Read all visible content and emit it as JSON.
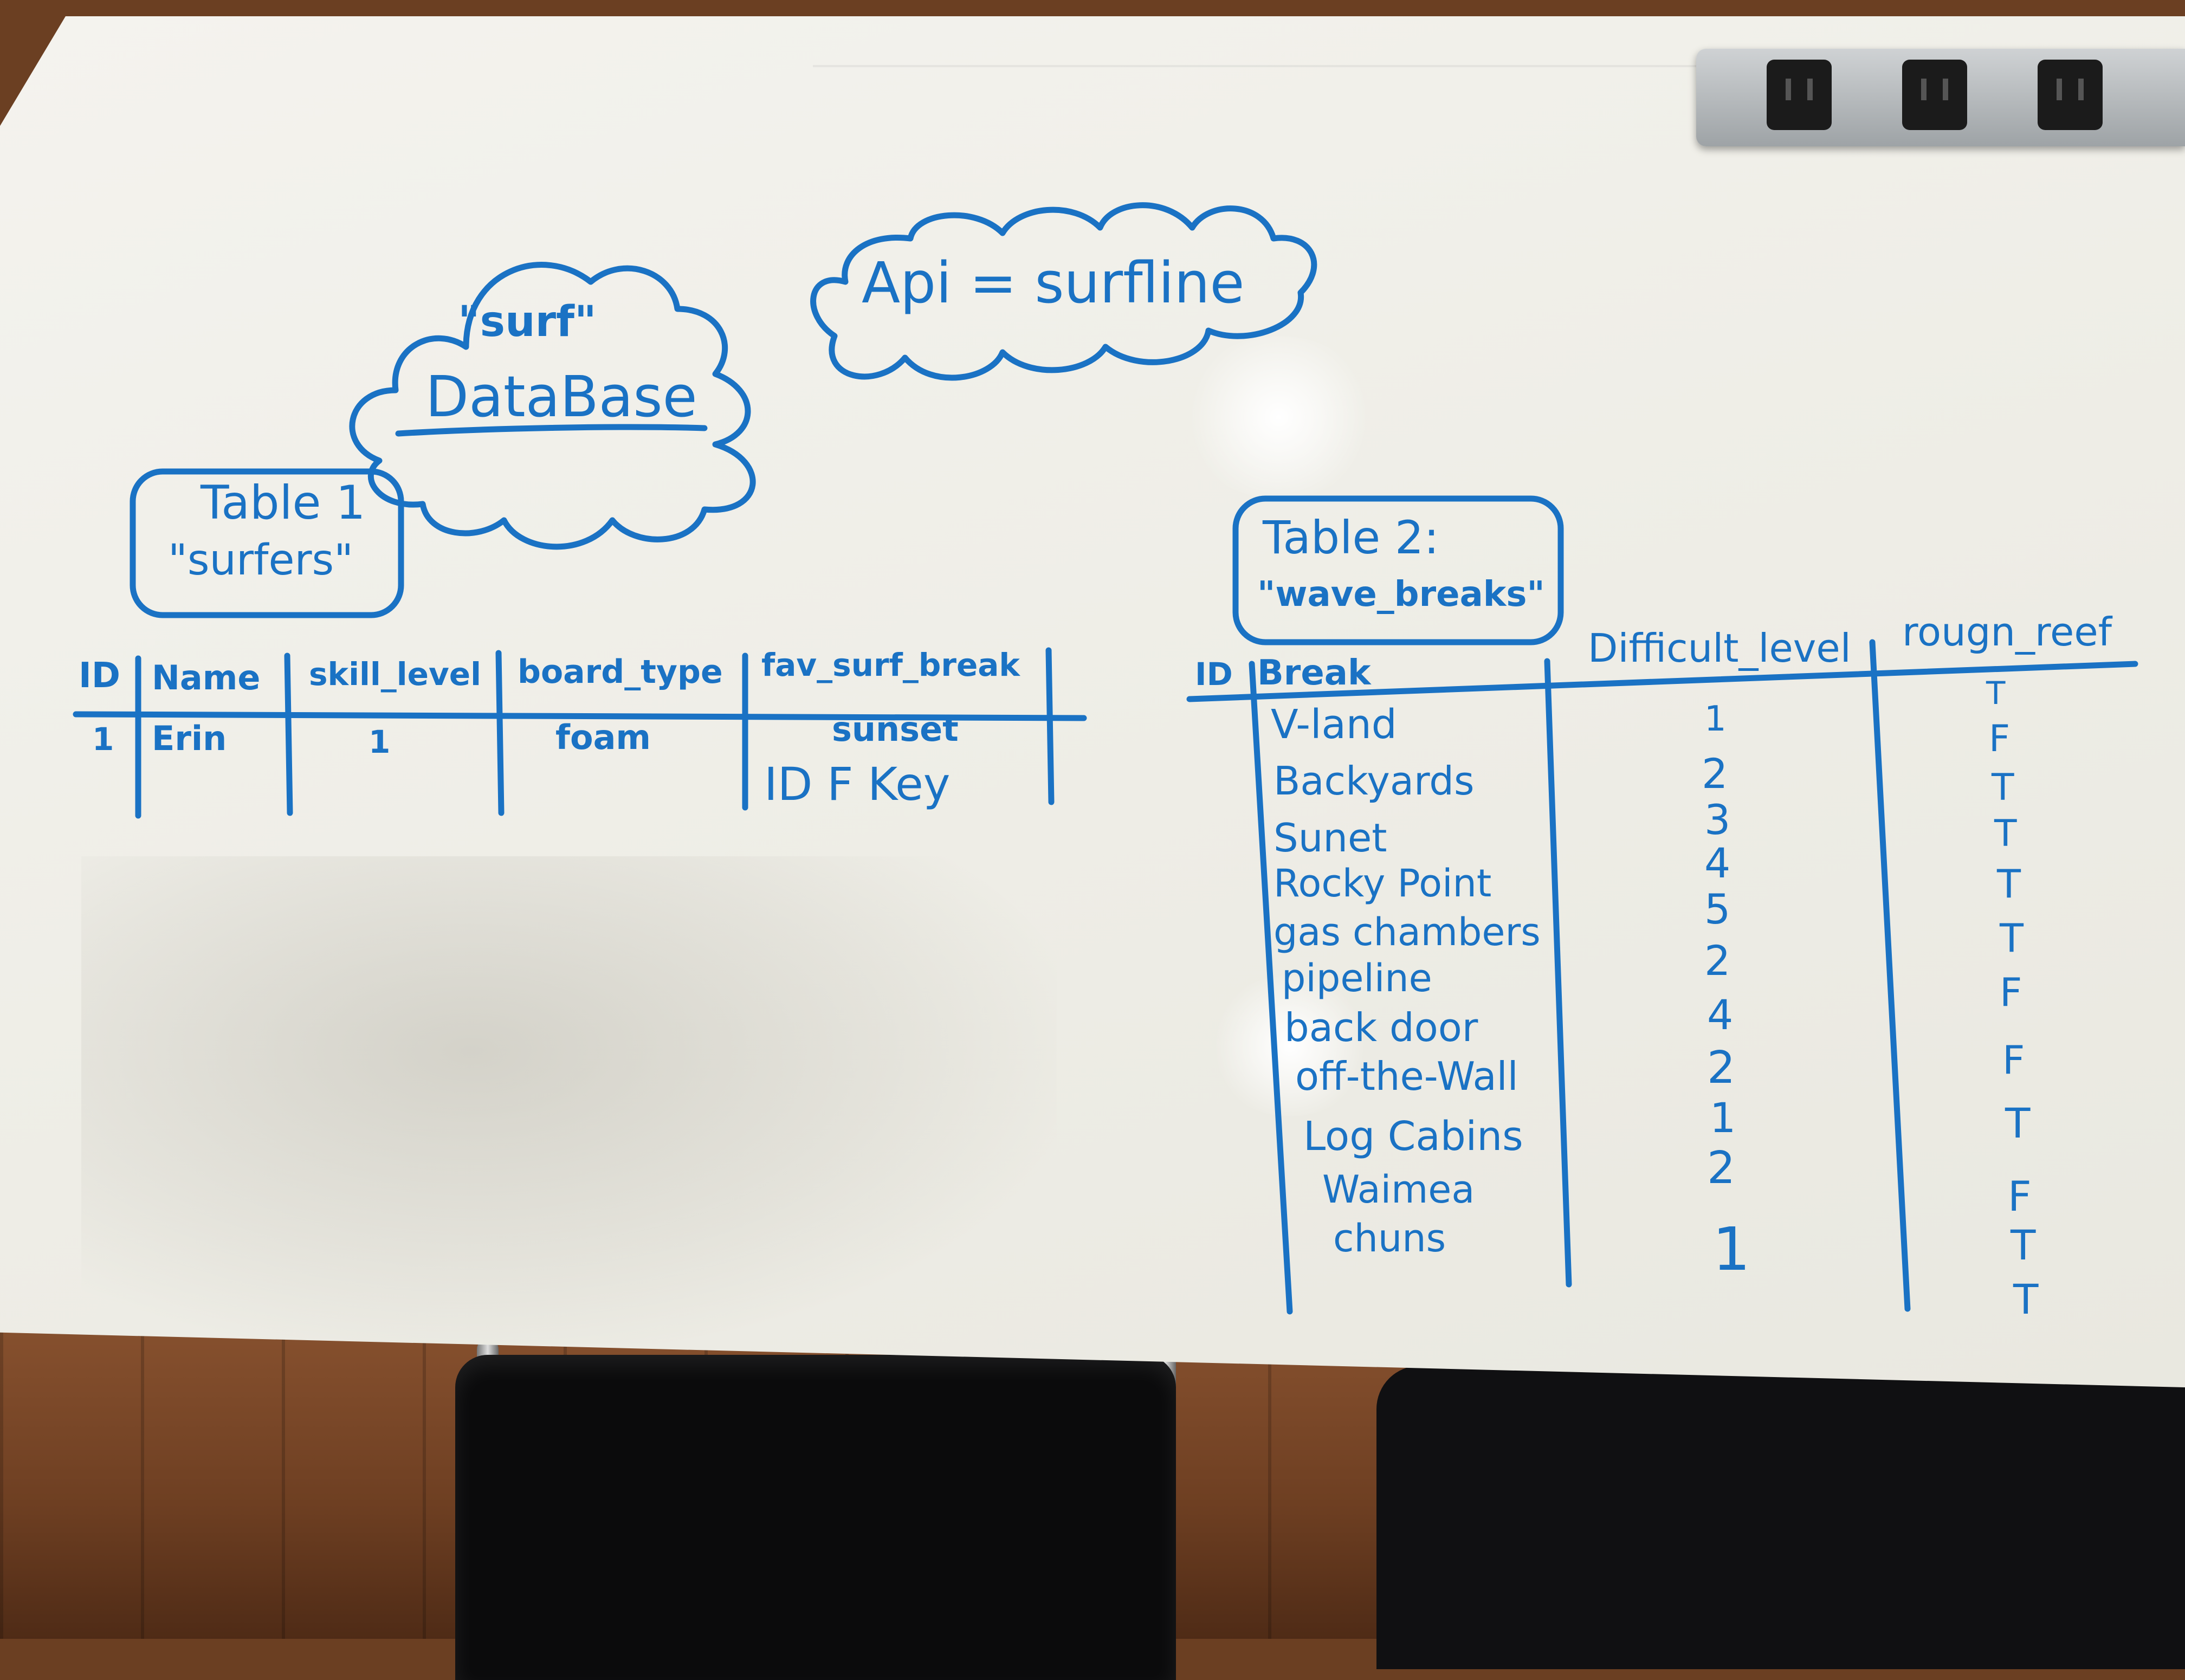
{
  "database_label": "\"surf\"",
  "database_title": "DataBase",
  "api_label": "Api = surfline",
  "table1": {
    "title": "Table 1",
    "name": "\"surfers\"",
    "headers": [
      "ID",
      "Name",
      "skill_level",
      "board_type",
      "fav_surf_break"
    ],
    "row": [
      "1",
      "Erin",
      "1",
      "foam",
      "sunset"
    ],
    "note": "ID F Key"
  },
  "table2": {
    "title": "Table 2:",
    "name": "\"wave_breaks\"",
    "headers": [
      "ID",
      "Break",
      "Difficult_level",
      "rougn_reef"
    ],
    "breaks": [
      "V-land",
      "Backyards",
      "Sunet",
      "Rocky Point",
      "gas chambers",
      "pipeline",
      "back door",
      "off-the-Wall",
      "Log Cabins",
      "Waimea",
      "chuns"
    ],
    "difficulty": [
      "1",
      "2",
      "3",
      "4",
      "5",
      "2",
      "4",
      "2",
      "1",
      "2",
      "1"
    ],
    "reef": [
      "T",
      "F",
      "T",
      "T",
      "T",
      "T",
      "F",
      "F",
      "T",
      "F",
      "T",
      "T"
    ]
  },
  "ink_color": "#1a72c4"
}
